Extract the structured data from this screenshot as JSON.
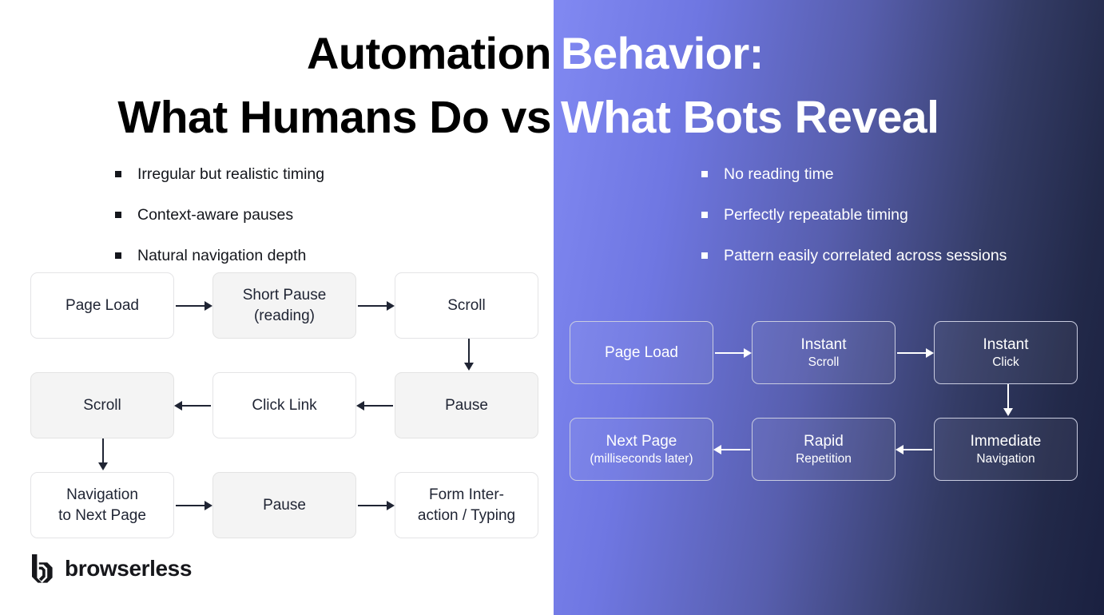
{
  "slide": {
    "title": {
      "line1_left": "Automation",
      "line1_right": "Behavior:",
      "line2_left": "What Humans Do vs",
      "line2_right": "What Bots Reveal"
    },
    "colors": {
      "gradient_start": "#8189f2",
      "gradient_end": "#1a2040",
      "left_background": "#ffffff",
      "node_fill_gray": "#f4f4f4",
      "node_border_gray": "#e3e3e3",
      "text_dark": "#1f2433",
      "text_light": "#ffffff"
    }
  },
  "left_panel": {
    "bullets": [
      {
        "text": "Irregular but realistic timing"
      },
      {
        "text": "Context-aware pauses"
      },
      {
        "text": "Natural navigation depth"
      }
    ],
    "flow": {
      "row1": [
        {
          "label": "Page Load",
          "sub": "",
          "filled": false
        },
        {
          "label": "Short Pause",
          "sub": "(reading)",
          "filled": true
        },
        {
          "label": "Scroll",
          "sub": "",
          "filled": false
        }
      ],
      "row1_arrows": [
        "arrow-right",
        "arrow-right"
      ],
      "connector1": "arrow-down",
      "row2": [
        {
          "label": "Scroll",
          "sub": "",
          "filled": true
        },
        {
          "label": "Click Link",
          "sub": "",
          "filled": false
        },
        {
          "label": "Pause",
          "sub": "",
          "filled": true
        }
      ],
      "row2_arrows": [
        "arrow-left",
        "arrow-left"
      ],
      "connector2": "arrow-down",
      "row3": [
        {
          "label": "Navigation",
          "sub": "to Next Page",
          "filled": false
        },
        {
          "label": "Pause",
          "sub": "",
          "filled": true
        },
        {
          "label": "Form Inter-",
          "sub": "action / Typing",
          "filled": false
        }
      ],
      "row3_arrows": [
        "arrow-right",
        "arrow-right"
      ]
    }
  },
  "right_panel": {
    "bullets": [
      {
        "text": "No reading time"
      },
      {
        "text": "Perfectly repeatable timing"
      },
      {
        "text": "Pattern easily correlated across sessions"
      }
    ],
    "flow": {
      "row1": [
        {
          "label": "Page Load",
          "sub": ""
        },
        {
          "label": "Instant",
          "sub": "Scroll"
        },
        {
          "label": "Instant",
          "sub": "Click"
        }
      ],
      "row1_arrows": [
        "arrow-right",
        "arrow-right"
      ],
      "connector1": "arrow-down",
      "row2": [
        {
          "label": "Next Page",
          "sub": "(milliseconds later)"
        },
        {
          "label": "Rapid",
          "sub": "Repetition"
        },
        {
          "label": "Immediate",
          "sub": "Navigation"
        }
      ],
      "row2_arrows": [
        "arrow-left",
        "arrow-left"
      ]
    }
  },
  "footer": {
    "logo_text": "browserless",
    "logo_icon": "browserless-b-mark-icon"
  }
}
